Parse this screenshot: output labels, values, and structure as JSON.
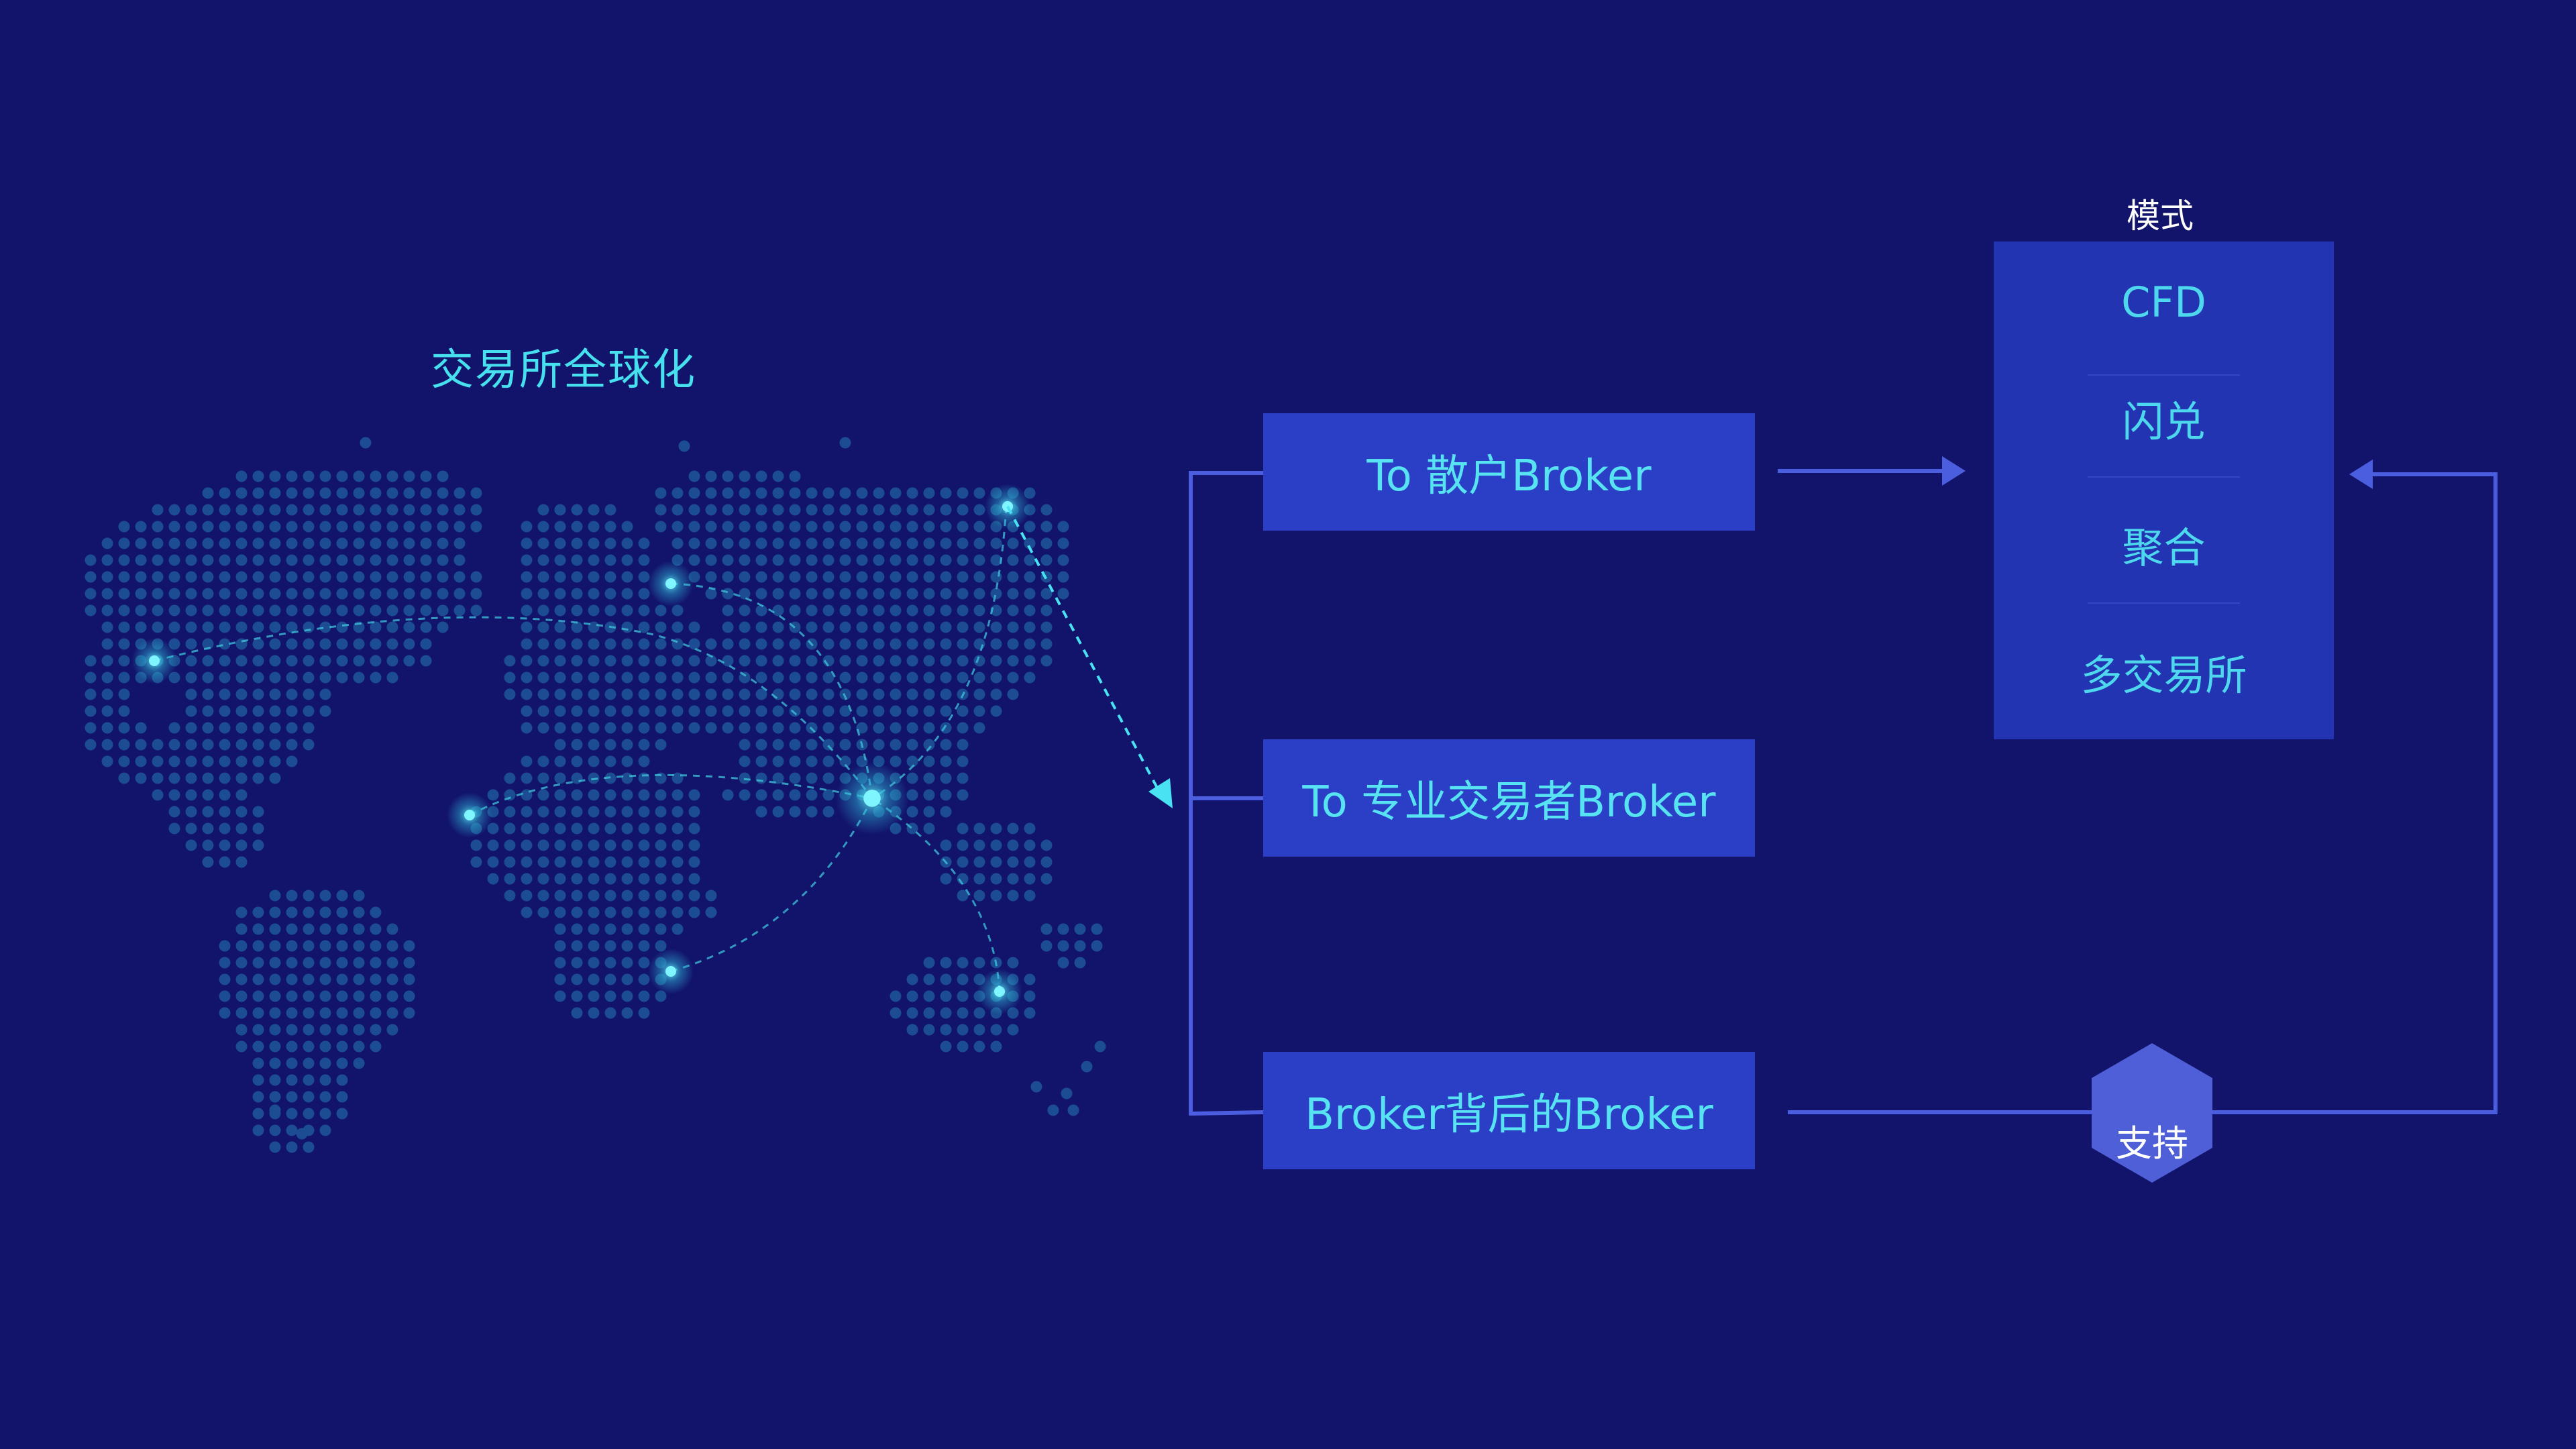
{
  "map": {
    "title": "交易所全球化"
  },
  "brokers": [
    {
      "label": "To 散户Broker"
    },
    {
      "label": "To 专业交易者Broker"
    },
    {
      "label": "Broker背后的Broker"
    }
  ],
  "modes": {
    "title": "模式",
    "items": [
      "CFD",
      "闪兑",
      "聚合",
      "多交易所"
    ]
  },
  "support": {
    "label": "支持"
  },
  "colors": {
    "background": "#12136b",
    "map_dots": "#1c4d92",
    "accent_cyan": "#46e0ee",
    "box_fill": "#2a3ec6",
    "panel_fill": "#2334b2",
    "connector": "#4b5ee0",
    "hexagon": "#4e5fd8"
  }
}
